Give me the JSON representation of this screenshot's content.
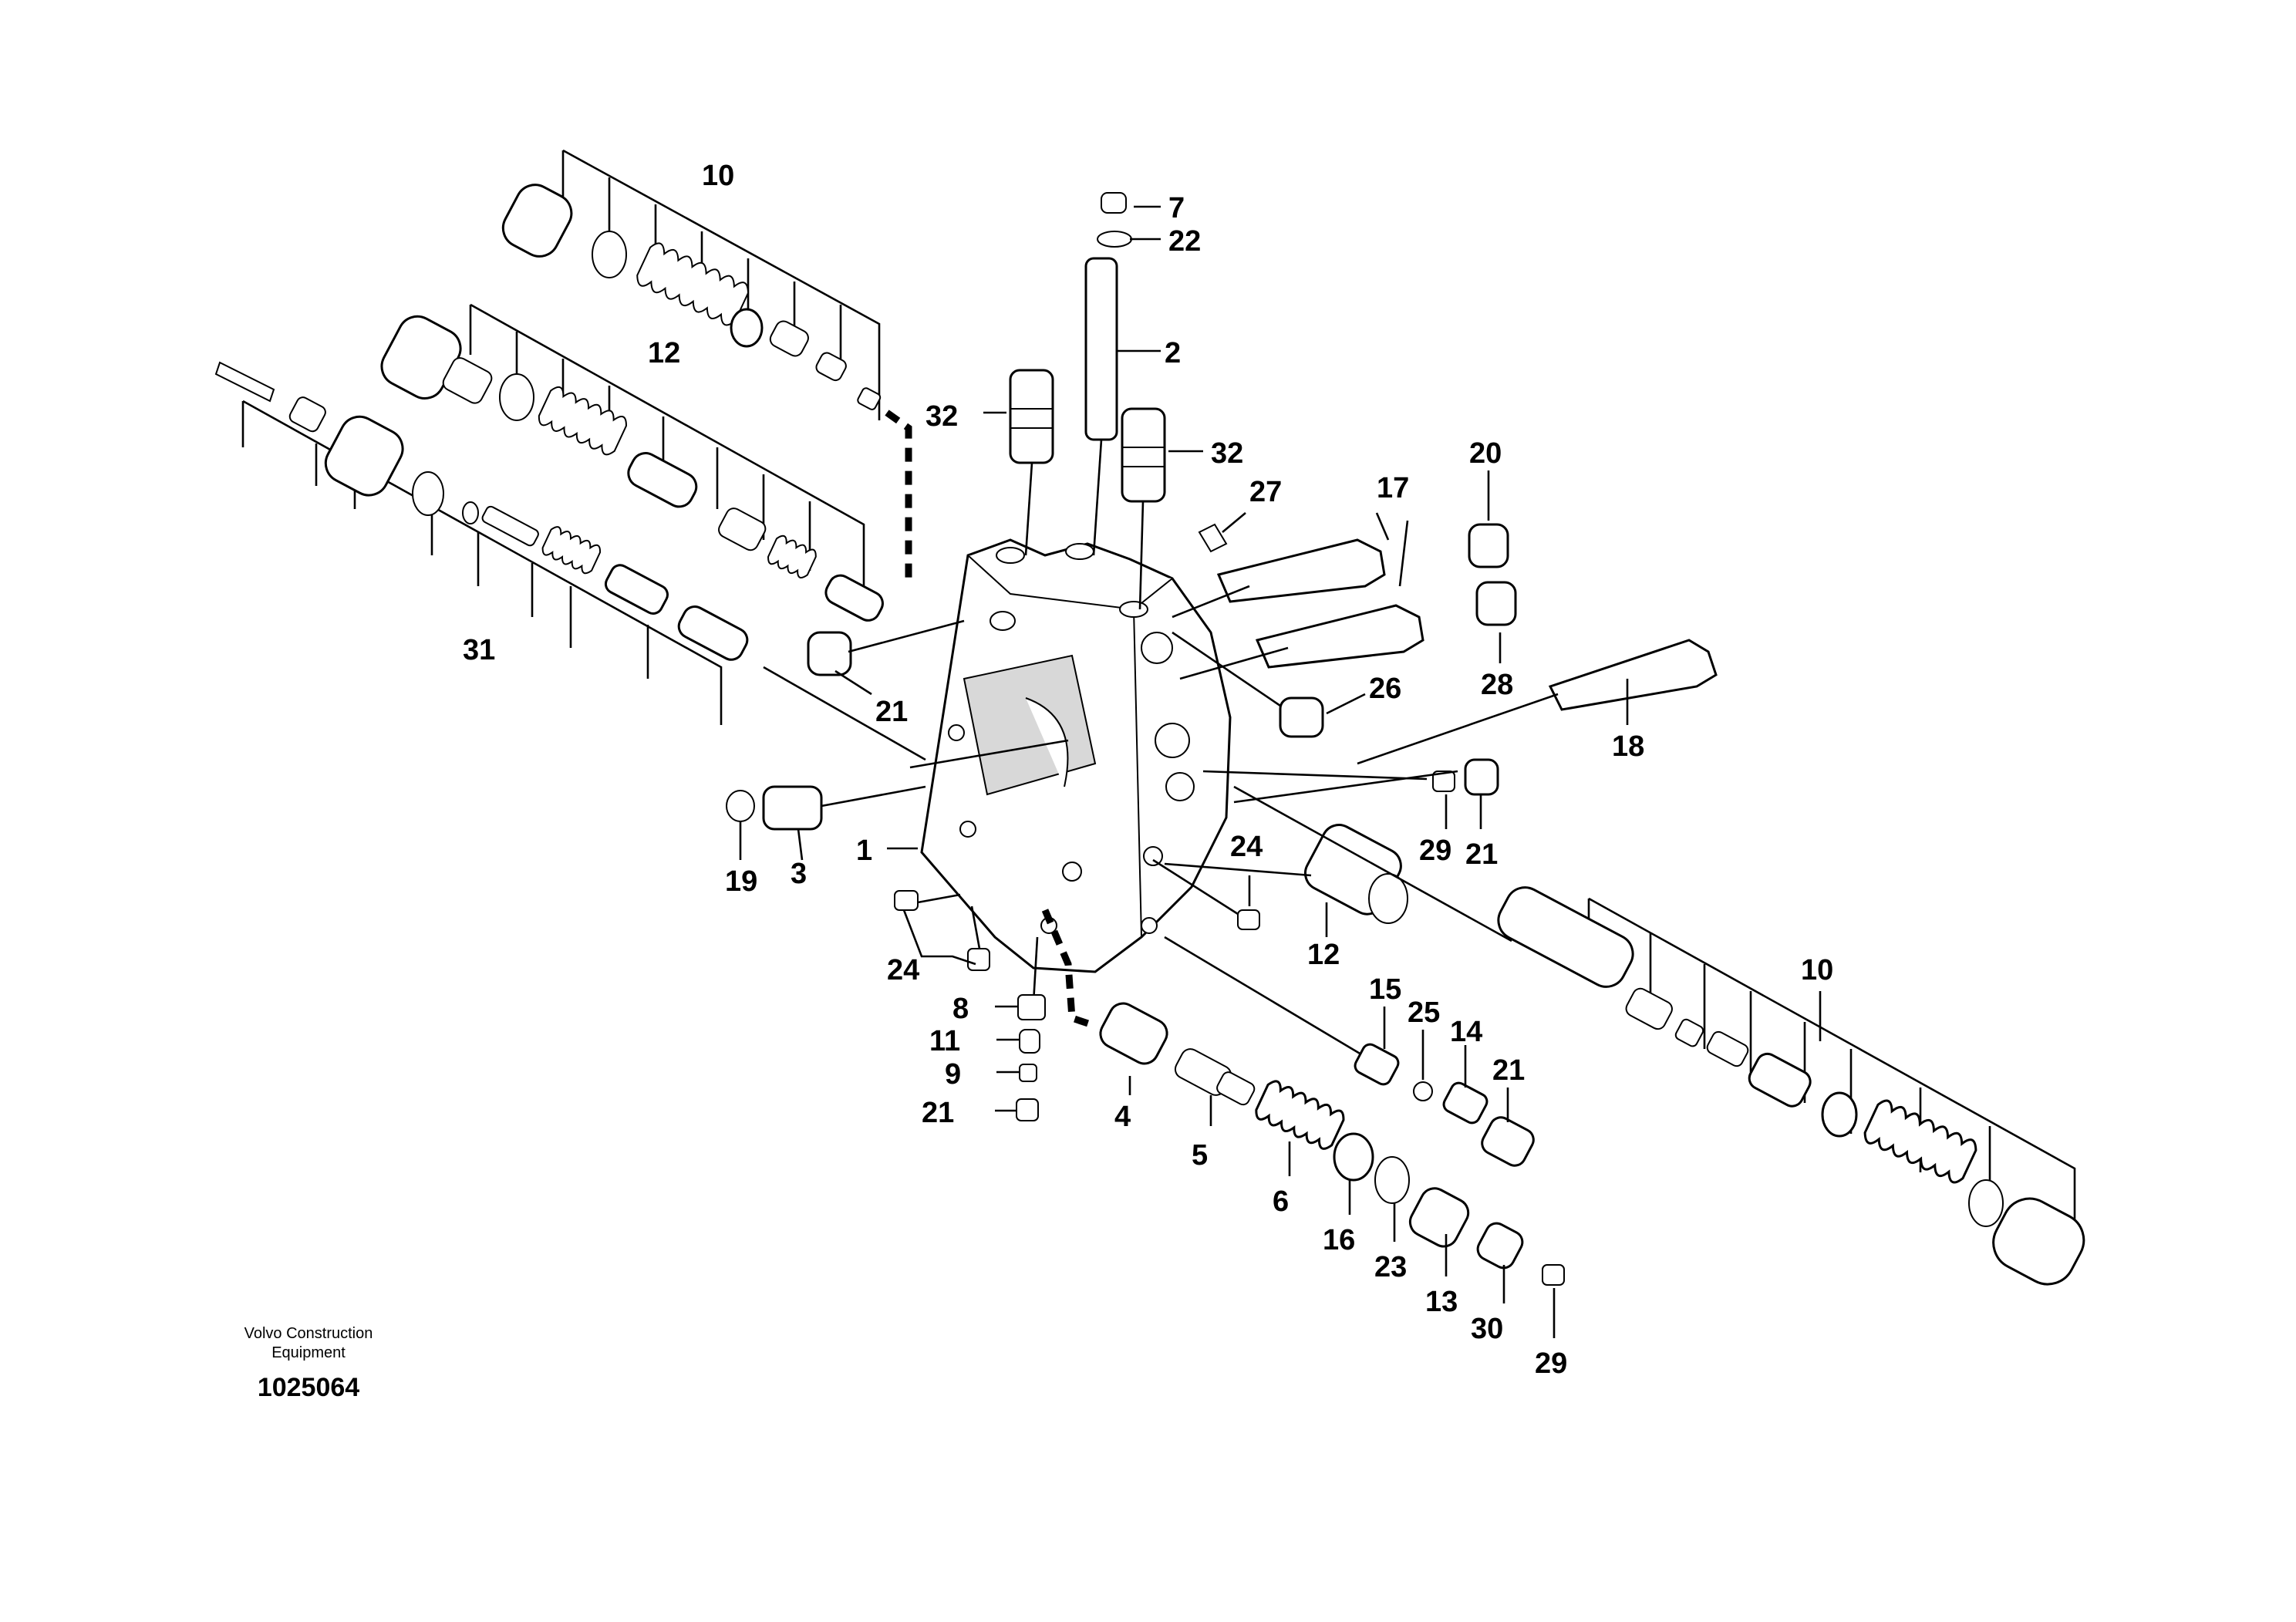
{
  "diagram": {
    "callouts": [
      "10",
      "7",
      "22",
      "2",
      "12",
      "32",
      "32",
      "27",
      "17",
      "20",
      "28",
      "21",
      "26",
      "18",
      "31",
      "29",
      "21",
      "19",
      "3",
      "1",
      "24",
      "12",
      "24",
      "10",
      "8",
      "11",
      "9",
      "21",
      "15",
      "25",
      "14",
      "21",
      "4",
      "5",
      "6",
      "16",
      "23",
      "13",
      "30",
      "29"
    ]
  },
  "footer": {
    "manufacturer_line1": "Volvo Construction",
    "manufacturer_line2": "Equipment",
    "document_number": "1025064"
  }
}
